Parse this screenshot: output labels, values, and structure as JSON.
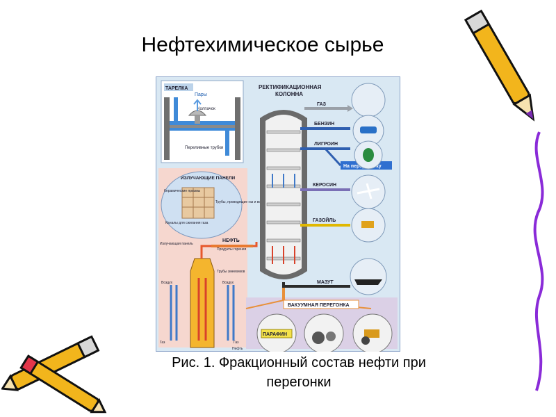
{
  "slide": {
    "title": "Нефтехимическое сырье",
    "caption_line1": "Рис. 1. Фракционный состав нефти при",
    "caption_line2": "перегонки"
  },
  "diagram": {
    "plate_panel": {
      "title": "ТАРЕЛКА",
      "vapors": "Пары",
      "cap": "Колпачок",
      "overflow_tubes": "Переливные трубки"
    },
    "furnace_panel": {
      "radiant_panels": "ИЗЛУЧАЮЩИЕ ПАНЕЛИ",
      "ceramic_prisms": "Керамические призмы",
      "pipes_note": "Трубы, проводящие газ и воздух",
      "channels": "Каналы для сжигания газа",
      "radiating_panel": "Излучающая панель",
      "oil": "НЕФТЬ",
      "combustion_products": "Продукты горения",
      "coil_pipes": "Трубы змеевиков",
      "air_left": "Воздух",
      "air_right": "Воздух",
      "gas_left": "Газ",
      "gas_right": "Газ",
      "oil_bottom": "Нефть"
    },
    "column": {
      "title_line1": "РЕКТИФИКАЦИОННАЯ",
      "title_line2": "КОЛОННА"
    },
    "fractions": [
      {
        "label": "ГАЗ",
        "color": "#9aa0a8"
      },
      {
        "label": "БЕНЗИН",
        "color": "#2f5fb0"
      },
      {
        "label": "ЛИГРОИН",
        "color": "#2f5fb0"
      },
      {
        "label": "КЕРОСИН",
        "color": "#7a6fb5"
      },
      {
        "label": "ГАЗОЙЛЬ",
        "color": "#e0b800"
      },
      {
        "label": "МАЗУТ",
        "color": "#2b2b2b"
      }
    ],
    "to_processing": "На переработку",
    "vacuum": "ВАКУУМНАЯ ПЕРЕГОНКА",
    "paraffin": "ПАРАФИН"
  }
}
